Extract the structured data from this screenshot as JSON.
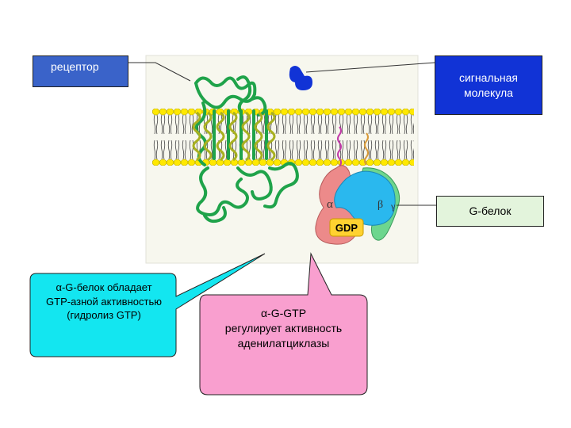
{
  "labels": {
    "receptor": "рецептор",
    "signal_line1": "сигнальная",
    "signal_line2": "молекула",
    "g_protein": "G-белок"
  },
  "figure": {
    "alpha": "α",
    "beta": "β",
    "gamma": "γ",
    "gdp": "GDP"
  },
  "callouts": {
    "alpha_gtpase": {
      "line1": "α-G-белок обладает",
      "line2": "GTP-азной активностью",
      "line3": "(гидролиз GTP)"
    },
    "alpha_gtp": {
      "line1": "α-G-GTP",
      "line2": "регулирует активность",
      "line3": "аденилатциклазы"
    }
  },
  "colors": {
    "receptor_box": "#3a63c9",
    "signal_box": "#1133d6",
    "gprotein_box": "#e3f4dc",
    "callout_cyan": "#13e6f0",
    "callout_pink": "#f99fcf",
    "receptor_coil": "#1fa34a",
    "membrane_heads": "#ffe800",
    "alpha_subunit": "#ec8a8a",
    "beta_subunit": "#2ab8ee",
    "gamma_subunit": "#6dd68e"
  }
}
